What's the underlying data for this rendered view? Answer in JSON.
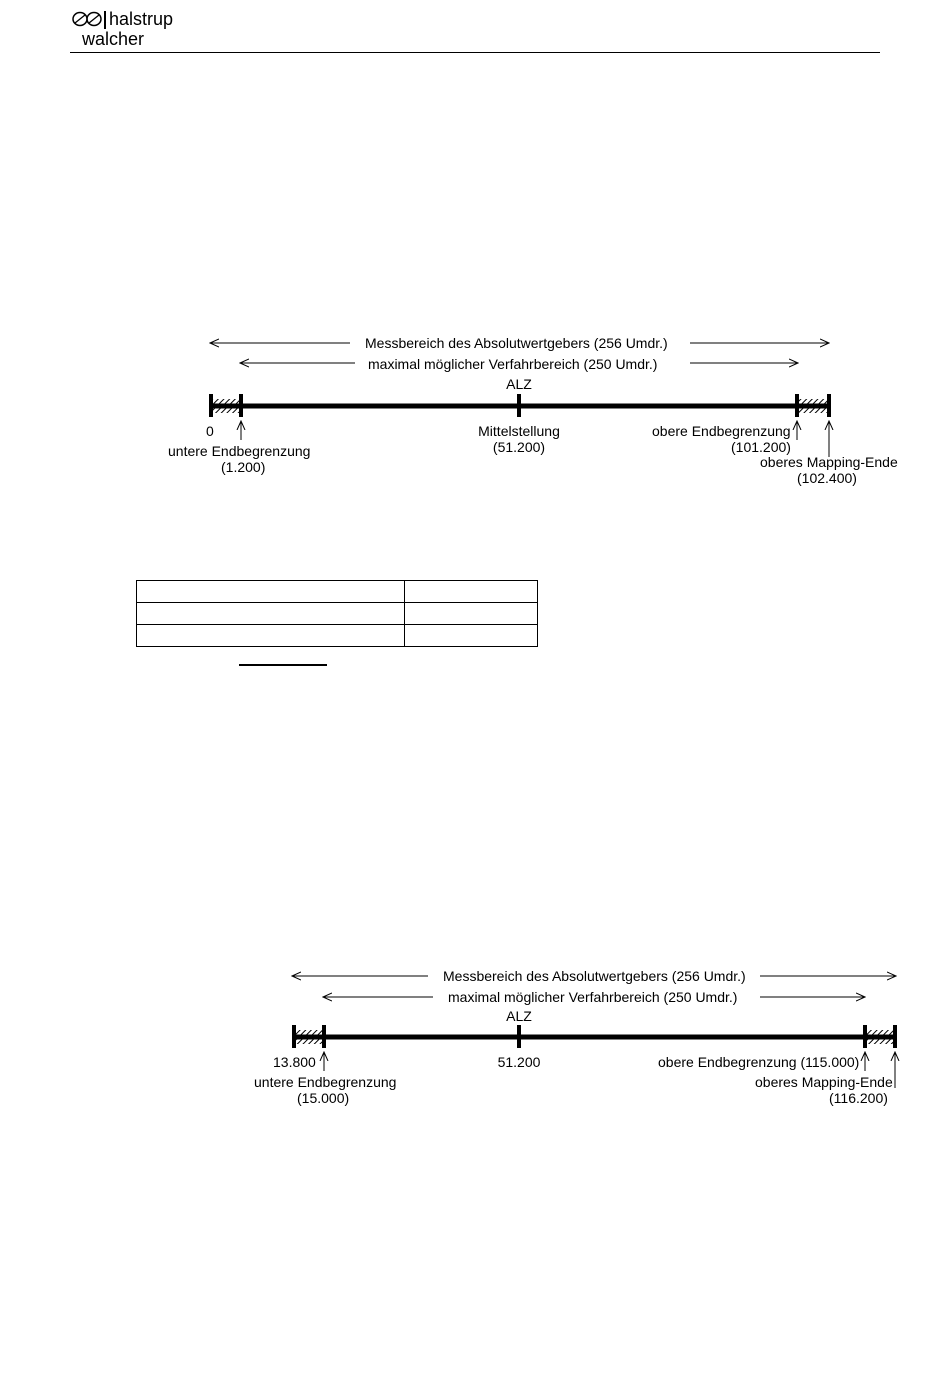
{
  "header": {
    "brand_line1": "halstrup",
    "brand_line2": "walcher",
    "logo_icon": "infinity-logo-icon"
  },
  "diagram1": {
    "measure_range": "Messbereich des Absolutwertgebers (256 Umdr.)",
    "travel_range": "maximal möglicher Verfahrbereich (250 Umdr.)",
    "alz": "ALZ",
    "zero": "0",
    "lower_limit": "untere Endbegrenzung",
    "lower_limit_value": "(1.200)",
    "middle": "Mittelstellung",
    "middle_value": "(51.200)",
    "upper_limit": "obere Endbegrenzung",
    "upper_limit_value": "(101.200)",
    "mapping_end": "oberes Mapping-Ende",
    "mapping_end_value": "(102.400)"
  },
  "table": {
    "rows": [
      [
        "",
        ""
      ],
      [
        "",
        ""
      ],
      [
        "",
        ""
      ]
    ]
  },
  "diagram2": {
    "measure_range": "Messbereich des Absolutwertgebers (256 Umdr.)",
    "travel_range": "maximal möglicher Verfahrbereich (250 Umdr.)",
    "alz": "ALZ",
    "start_value": "13.800",
    "lower_limit": "untere Endbegrenzung",
    "lower_limit_value": "(15.000)",
    "middle_value": "51.200",
    "upper_limit_full": "obere Endbegrenzung (115.000)",
    "mapping_end": "oberes Mapping-Ende",
    "mapping_end_value": "(116.200)"
  }
}
